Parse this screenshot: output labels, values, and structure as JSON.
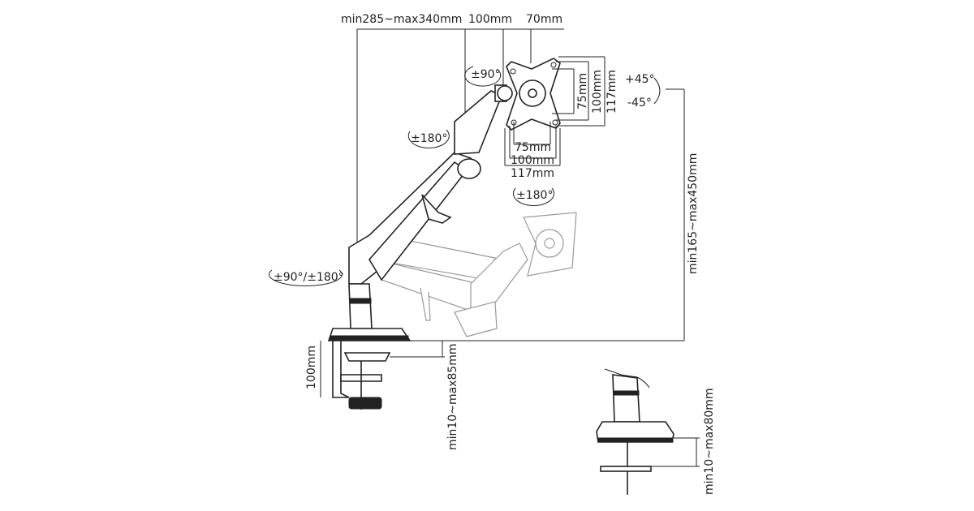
{
  "dimensions": {
    "reach": "min285~max340mm",
    "arm_offset": "100mm",
    "head_offset": "70mm",
    "vesa_v_75": "75mm",
    "vesa_v_100": "100mm",
    "plate_v_117": "117mm",
    "vesa_h_75": "75mm",
    "vesa_h_100": "100mm",
    "plate_h_117": "117mm",
    "height_range": "min165~max450mm",
    "clamp_height": "100mm",
    "clamp_thickness": "min10~max85mm",
    "grommet_thickness": "min10~max80mm"
  },
  "rotations": {
    "head_swivel": "±90°",
    "tilt_up": "+45°",
    "tilt_down": "-45°",
    "elbow": "±180°",
    "rotation": "±180°",
    "base": "±90°/±180°"
  }
}
